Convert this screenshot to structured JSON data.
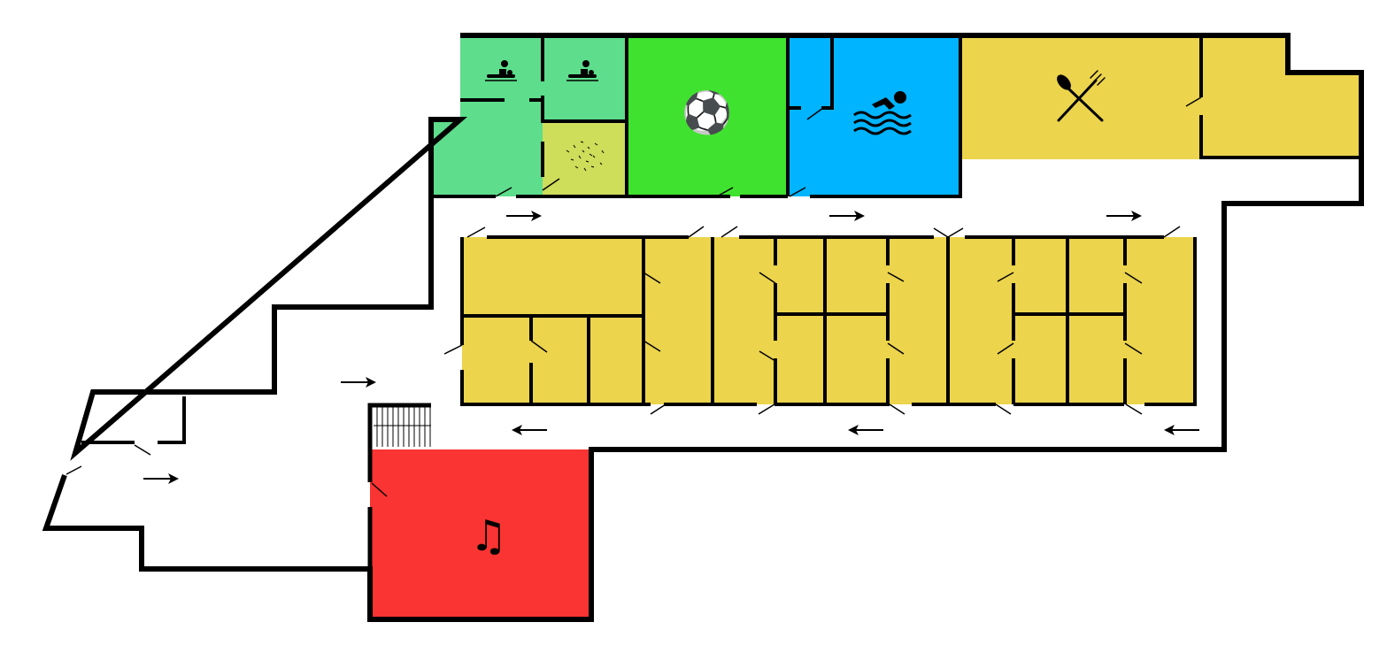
{
  "colors": {
    "massage": "#5EDD8C",
    "sauna": "#CEDD5A",
    "soccer": "#3FE22E",
    "pool": "#00B4FF",
    "restaurant": "#ECD44C",
    "rooms": "#ECD44C",
    "music": "#F93432",
    "wall": "#000000"
  },
  "rooms": [
    {
      "id": "massage",
      "icon": "massage-icon"
    },
    {
      "id": "sauna",
      "icon": "sauna-steam-icon"
    },
    {
      "id": "soccer",
      "icon": "soccer-ball-icon"
    },
    {
      "id": "pool",
      "icon": "swimming-icon"
    },
    {
      "id": "restaurant",
      "icon": "fork-spoon-icon"
    },
    {
      "id": "music",
      "icon": "music-note-icon"
    }
  ],
  "icons": {
    "soccer": "⚽",
    "music": "♫"
  }
}
